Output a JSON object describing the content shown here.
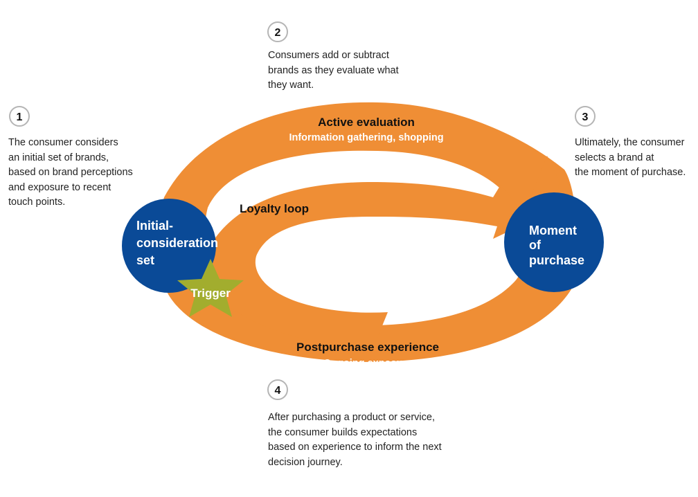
{
  "steps": [
    {
      "number": "1",
      "lines": [
        "The consumer considers",
        "an initial set of brands,",
        "based on brand perceptions",
        "and exposure to recent",
        "touch points."
      ]
    },
    {
      "number": "2",
      "lines": [
        "Consumers add or subtract",
        "brands as they evaluate what",
        "they want."
      ]
    },
    {
      "number": "3",
      "lines": [
        "Ultimately, the consumer",
        "selects a brand at",
        "the moment of purchase."
      ]
    },
    {
      "number": "4",
      "lines": [
        "After purchasing a product or service,",
        "the consumer builds expectations",
        "based on experience to inform the next",
        "decision journey."
      ]
    }
  ],
  "loop": {
    "active_title": "Active evaluation",
    "active_subtitle": "Information gathering, shopping",
    "loyalty_label": "Loyalty loop",
    "post_title": "Postpurchase experience",
    "post_subtitle": "Ongoing exposure"
  },
  "nodes": {
    "initial": [
      "Initial-",
      "consideration",
      "set"
    ],
    "moment": [
      "Moment",
      "of",
      "purchase"
    ],
    "trigger": "Trigger"
  },
  "colors": {
    "orange": "#ef8e35",
    "blue": "#0a4a97",
    "star": "#a2ad2e",
    "badge_stroke": "#b5b5b5",
    "subtitle": "#ffffff",
    "text": "#222222"
  }
}
